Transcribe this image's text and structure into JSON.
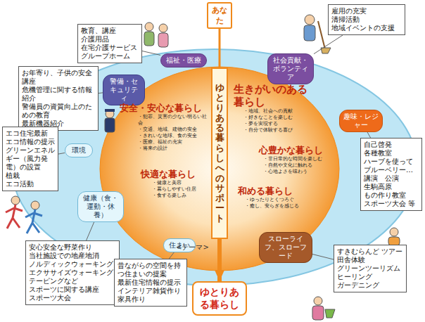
{
  "diagram": {
    "nodes": [
      {
        "text": [
          "あなた"
        ]
      },
      {
        "text": [
          "福祉・医療"
        ]
      },
      {
        "text": [
          "教育、講座",
          "介護用品",
          "在宅介護サービス",
          "グループホーム"
        ]
      },
      {
        "text": [
          "社会貢献・ボランティア"
        ]
      },
      {
        "text": [
          "雇用の充実",
          "清掃活動",
          "地域イベントの支援"
        ]
      },
      {
        "text": [
          "警備・セキュリティ"
        ]
      },
      {
        "text": [
          "お年寄り、子供の安全講座",
          "危機管理に関する情報紹介",
          "警備員の資質向上のための教育",
          "最新機器紹介"
        ]
      },
      {
        "text": [
          "ゆとりある暮らしへのサポート"
        ]
      },
      {
        "text": [
          "安全・安心な暮らし",
          "・犯罪、災害の少ない明るい社会",
          "・交通、地域、建物の安全",
          "・きれいな地球、食の安全",
          "・医療、福祉の充実",
          "・将来の設計"
        ]
      },
      {
        "text": [
          "生きがいのある暮らし",
          "・地域、社会への貢献",
          "・好きなことを楽しむ",
          "・夢を実現する",
          "・自分で体験する喜び"
        ]
      },
      {
        "text": [
          "心豊かな暮らし",
          "・非日常的な時間を楽しむ",
          "・自然や文化に触れる",
          "・心地よさを味わう"
        ]
      },
      {
        "text": [
          "快適な暮らし",
          "・健康と美容",
          "・暮らしやすい住居",
          "・食する楽しみ"
        ]
      },
      {
        "text": [
          "和める暮らし",
          "・ゆったりとくつろぐ",
          "・癒し、安らぎを感じる"
        ]
      },
      {
        "text": [
          "環境"
        ]
      },
      {
        "text": [
          "エコ住宅最新",
          "エコ情報の提示",
          "グリーンエネルギー（風力発電）の設置",
          "植栽",
          "エコ活動"
        ]
      },
      {
        "text": [
          "趣味・レジャー"
        ]
      },
      {
        "text": [
          "自己啓発",
          "各種教室",
          "ハーブを使って",
          "ブルーベリー…",
          "講演　公演",
          "生駒高原",
          "もの作り教室",
          "スポーツ大会 等"
        ]
      },
      {
        "text": [
          "健康（食・運動・休養）"
        ]
      },
      {
        "text": [
          "安心安全な野菜作り",
          "当社施設での地産地消",
          "ノルディックウォーキング",
          "エクササイズウォーキング",
          "テーピングなど",
          "スポーツに関する講座",
          "スポーツ大会"
        ]
      },
      {
        "text": [
          "住まい"
        ]
      },
      {
        "text": [
          "昔ながらの空間を持つ住まいの提案",
          "最新住宅情報の提示",
          "インテリア雑貨作り",
          "家具作り"
        ]
      },
      {
        "text": [
          "スローライフ、スローフード"
        ]
      },
      {
        "text": [
          "すきむらんど ツアー",
          "田舎体験",
          "グリーンツーリズム",
          "ヒーリング",
          "ガーデニング"
        ]
      },
      {
        "text": [
          "ゆとりある暮らし"
        ]
      }
    ],
    "edges": [
      {
        "from": 0,
        "to": 7,
        "arrow": "none"
      },
      {
        "from": 7,
        "to": 23,
        "arrow": "to"
      },
      {
        "from": 2,
        "to": 1,
        "arrow": "none"
      },
      {
        "from": 4,
        "to": 3,
        "arrow": "none"
      },
      {
        "from": 6,
        "to": 5,
        "arrow": "none"
      },
      {
        "from": 14,
        "to": 13,
        "arrow": "none"
      },
      {
        "from": 16,
        "to": 15,
        "arrow": "none"
      },
      {
        "from": 18,
        "to": 17,
        "arrow": "none"
      },
      {
        "from": 20,
        "to": 19,
        "arrow": "none"
      },
      {
        "from": 22,
        "to": 21,
        "arrow": "none"
      }
    ],
    "labels": [
      "<テーマ>"
    ]
  }
}
